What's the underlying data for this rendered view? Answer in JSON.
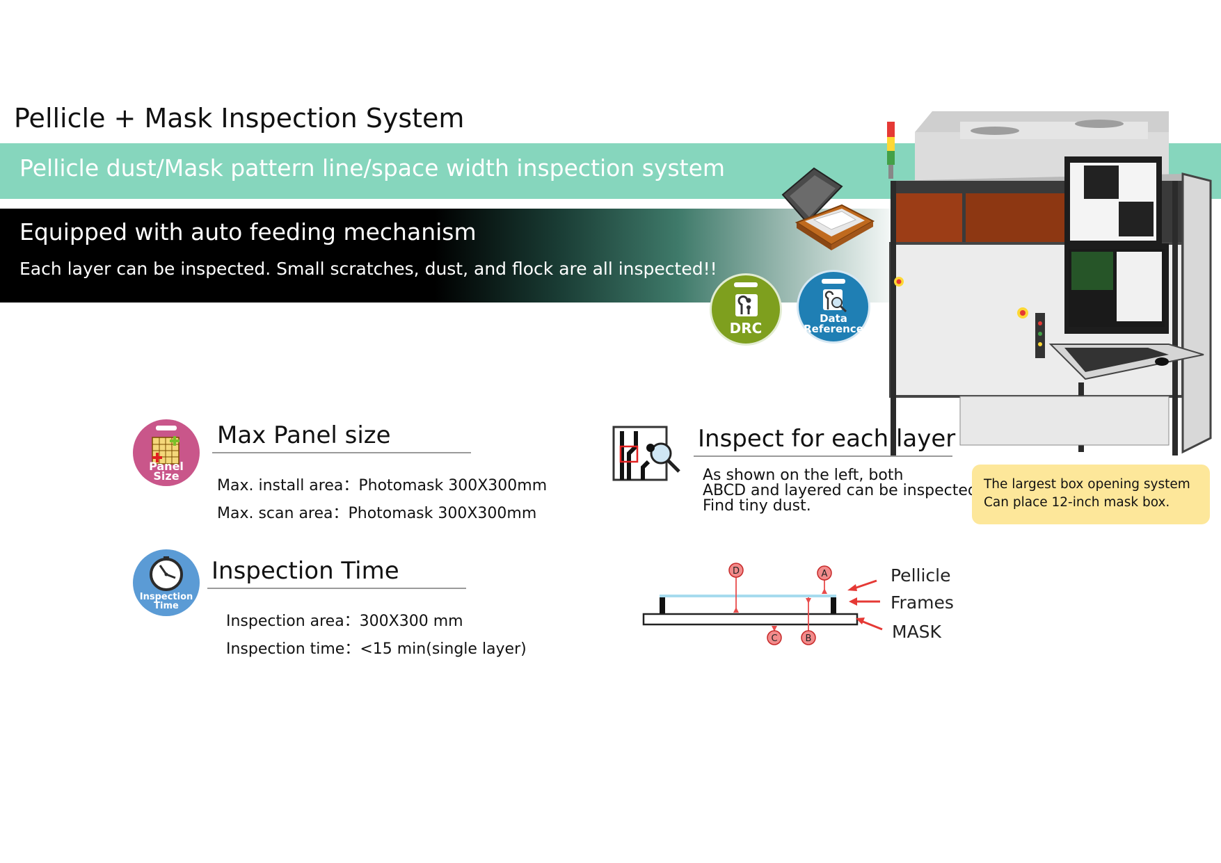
{
  "header": {
    "title": "Pellicle + Mask Inspection System",
    "subtitle": "Pellicle dust/Mask  pattern line/space width inspection system"
  },
  "feature": {
    "title": "Equipped with auto feeding mechanism",
    "description": "Each layer can be inspected. Small scratches, dust, and flock are all inspected!!"
  },
  "badges": {
    "drc": {
      "label": "DRC",
      "color": "#7e9f1e"
    },
    "data_reference": {
      "line1": "Data",
      "line2": "Reference",
      "color": "#1f7fb4"
    }
  },
  "panel_size": {
    "icon_line1": "Panel",
    "icon_line2": "Size",
    "title": "Max Panel size",
    "specs": [
      "Max. install area：Photomask 300X300mm",
      "Max. scan area：Photomask 300X300mm"
    ],
    "color": "#c9568a"
  },
  "inspection_time": {
    "icon_line1": "Inspection",
    "icon_line2": "Time",
    "title": "Inspection Time",
    "specs": [
      "Inspection area：300X300 mm",
      "Inspection time：<15 min(single layer)"
    ],
    "color": "#5b9bd5"
  },
  "layer": {
    "title": "Inspect for each layer",
    "lines": [
      "As shown on the left, both",
      "ABCD and layered  can be inspected.",
      "Find tiny dust."
    ]
  },
  "note": {
    "line1": "The largest box opening system",
    "line2": "Can place 12-inch mask box."
  },
  "diagram": {
    "points": [
      "A",
      "B",
      "C",
      "D"
    ],
    "labels": [
      "Pellicle",
      "Frames",
      "MASK"
    ],
    "marker_color": "#e84b4b"
  }
}
